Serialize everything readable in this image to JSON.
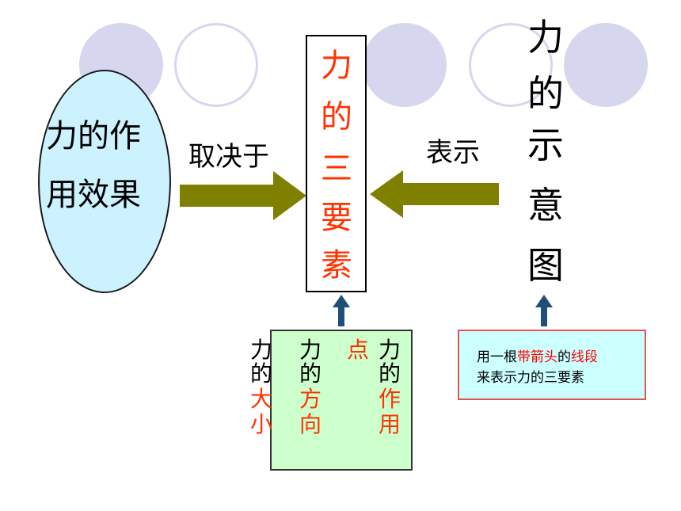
{
  "colors": {
    "circle": "#d6d6ef",
    "ellipse_fill": "#ccf2ff",
    "arrow_olive": "#808000",
    "arrow_navy": "#1f4e79",
    "title_orange": "#ff3300",
    "highlight_red": "#ff0000",
    "green_box": "#ccffcc",
    "cyan_box": "#ccffff"
  },
  "effect": {
    "line1": "力的作",
    "line2": "用效果"
  },
  "arrow_left_label": "取决于",
  "arrow_right_label": "表示",
  "center": {
    "chars": [
      "力",
      "的",
      "三",
      "要",
      "素"
    ]
  },
  "diagram": {
    "chars": [
      "力",
      "的",
      "示",
      "意",
      "图"
    ]
  },
  "elements": {
    "magnitude": {
      "black": [
        "力",
        "的"
      ],
      "colored": [
        "大",
        "小"
      ]
    },
    "direction": {
      "black": [
        "力",
        "的"
      ],
      "colored": [
        "方",
        "向"
      ]
    },
    "point": {
      "top": "点",
      "black": [
        "力",
        "的"
      ],
      "colored": [
        "作",
        "用"
      ]
    }
  },
  "note": {
    "part1": "用一根",
    "part2": "带箭头",
    "part3": "的",
    "part4": "线段",
    "line2": "来表示力的三要素"
  }
}
